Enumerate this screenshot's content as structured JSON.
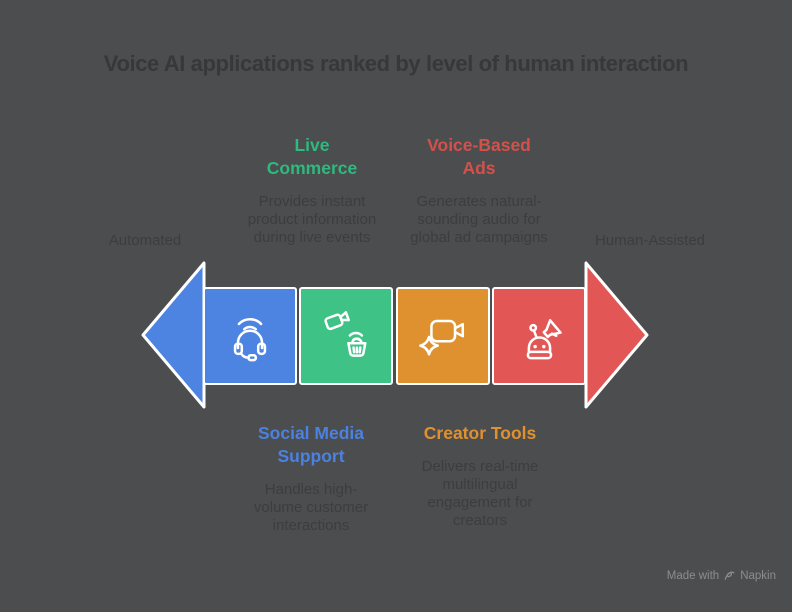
{
  "title": "Voice AI applications ranked by level of human interaction",
  "axis": {
    "left_label": "Automated",
    "right_label": "Human-Assisted"
  },
  "annotations": {
    "top": [
      {
        "heading": "Live\nCommerce",
        "description": "Provides instant\nproduct information\nduring live events",
        "accent_color": "#2eba7e"
      },
      {
        "heading": "Voice-Based\nAds",
        "description": "Generates natural-\nsounding audio for\nglobal ad campaigns",
        "accent_color": "#d6504a"
      }
    ],
    "bottom": [
      {
        "heading": "Social Media\nSupport",
        "description": "Handles high-\nvolume customer\ninteractions",
        "accent_color": "#4b82e1"
      },
      {
        "heading": "Creator Tools",
        "description": "Delivers real-time\nmultilingual\nengagement for\ncreators",
        "accent_color": "#e0912f"
      }
    ]
  },
  "segments": [
    {
      "name": "social-media-support",
      "color": "#4d84e2",
      "icon": "headset-sound-waves-icon"
    },
    {
      "name": "live-commerce",
      "color": "#3ec286",
      "icon": "video-camera-shopping-basket-icon"
    },
    {
      "name": "creator-tools",
      "color": "#e0912f",
      "icon": "video-camera-sparkle-icon"
    },
    {
      "name": "voice-based-ads",
      "color": "#e25755",
      "icon": "robot-megaphone-icon"
    }
  ],
  "arrows": {
    "left_color": "#4d84e2",
    "right_color": "#e25755",
    "outline_color": "#ffffff"
  },
  "background_color": "#4b4d4f",
  "watermark": {
    "prefix": "Made with",
    "brand": "Napkin"
  }
}
